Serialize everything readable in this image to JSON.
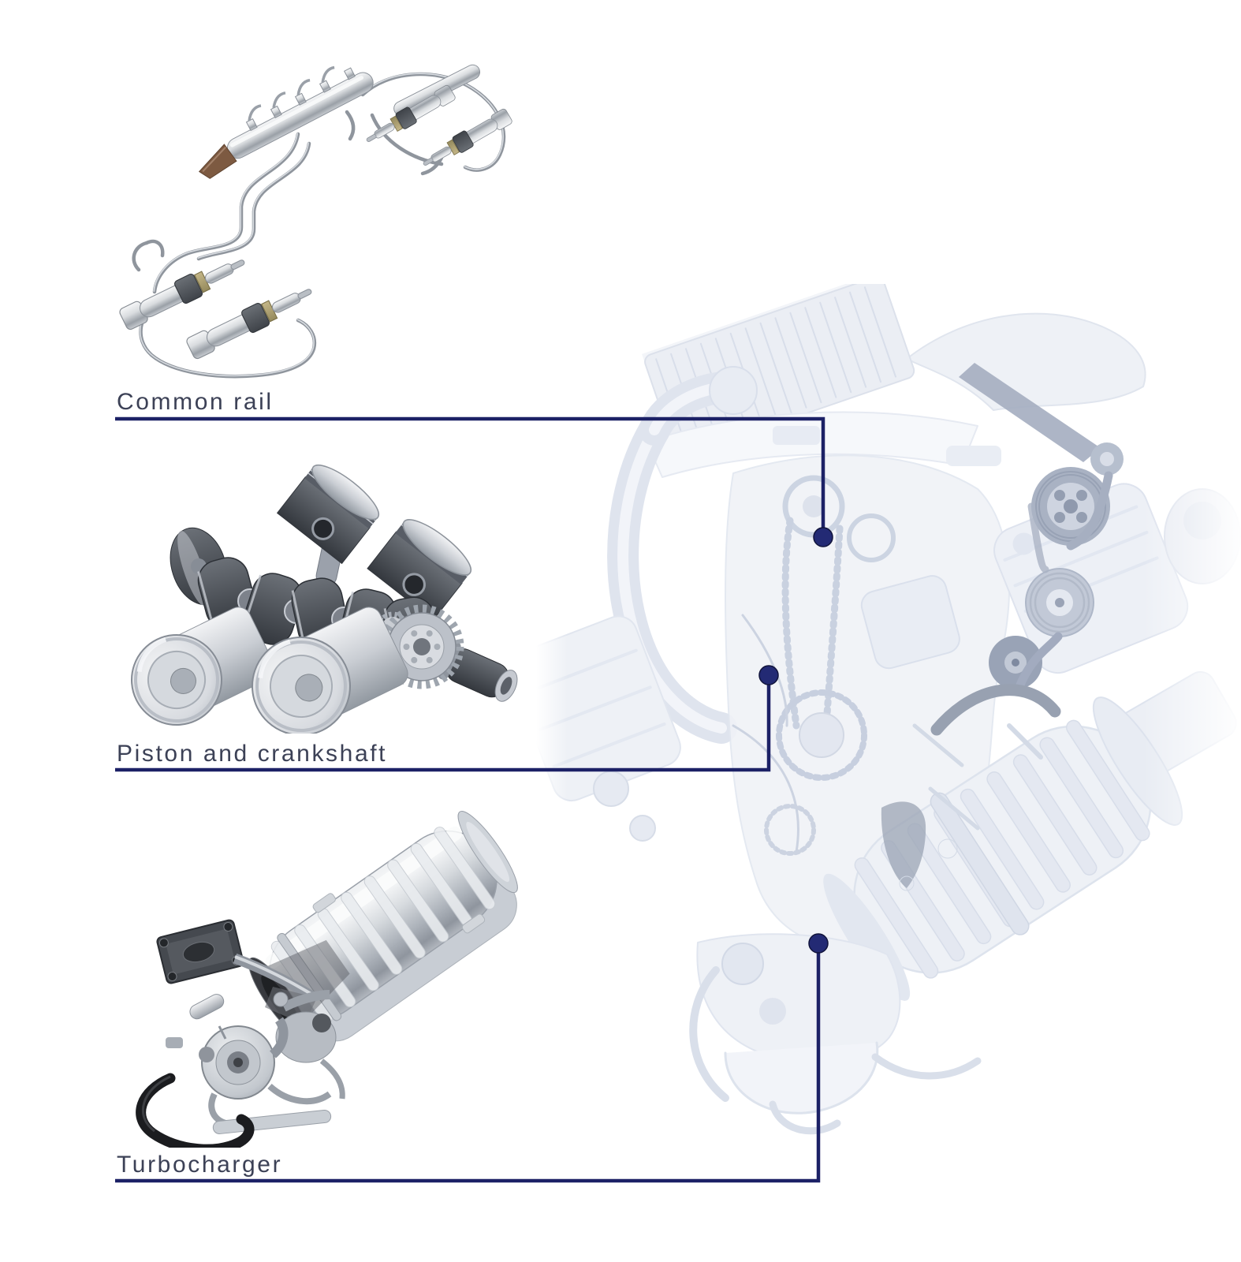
{
  "colors": {
    "background": "#ffffff",
    "callout_line": "#1c2166",
    "callout_dot": "#232a74",
    "label_text": "#3c4156"
  },
  "callouts": [
    {
      "label": "Common rail"
    },
    {
      "label": "Piston and crankshaft"
    },
    {
      "label": "Turbocharger"
    }
  ]
}
